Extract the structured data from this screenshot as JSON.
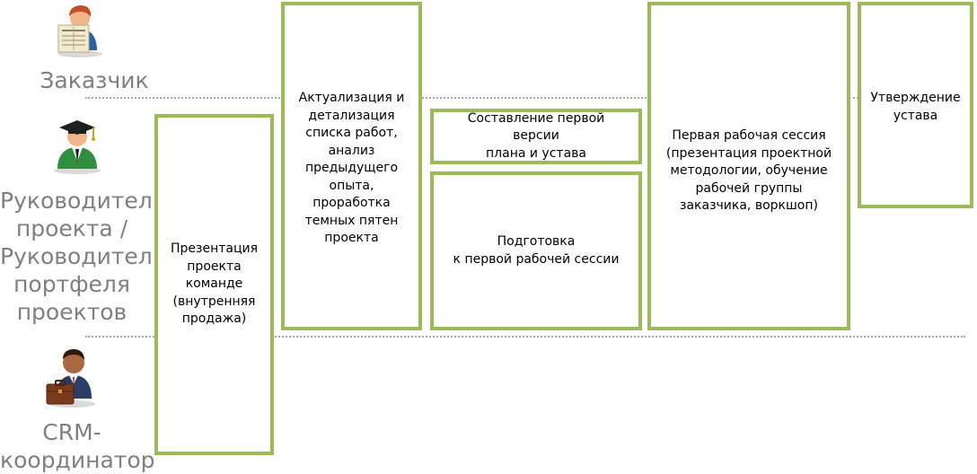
{
  "roles": {
    "customer": {
      "lines": [
        "Заказчик"
      ],
      "icon": "newspaper-reader-icon"
    },
    "project_manager": {
      "lines": [
        "Руководитель",
        "проекта /",
        "Руководитель",
        "портфеля",
        "проектов"
      ],
      "icon": "graduate-manager-icon"
    },
    "crm_coordinator": {
      "lines": [
        "CRM-",
        "координатор"
      ],
      "icon": "briefcase-businessman-icon"
    }
  },
  "steps": {
    "presentation": "Презентация\nпроекта\nкоманде\n(внутренняя\nпродажа)",
    "actualization": "Актуализация и\nдетализация\nсписка работ,\nанализ\nпредыдущего\nопыта,\nпроработка\nтемных пятен\nпроекта",
    "first_draft": "Составление первой\nверсии\nплана и устава",
    "preparation": "Подготовка\nк первой рабочей сессии",
    "work_session": "Первая рабочая сессия\n(презентация проектной\nметодологии, обучение\nрабочей группы\nзаказчика, воркшоп)",
    "approval": "Утверждение\nустава"
  },
  "colors": {
    "box_border": "#9bbb59",
    "role_text": "#7f7f7f",
    "divider": "#a6a6a6"
  }
}
